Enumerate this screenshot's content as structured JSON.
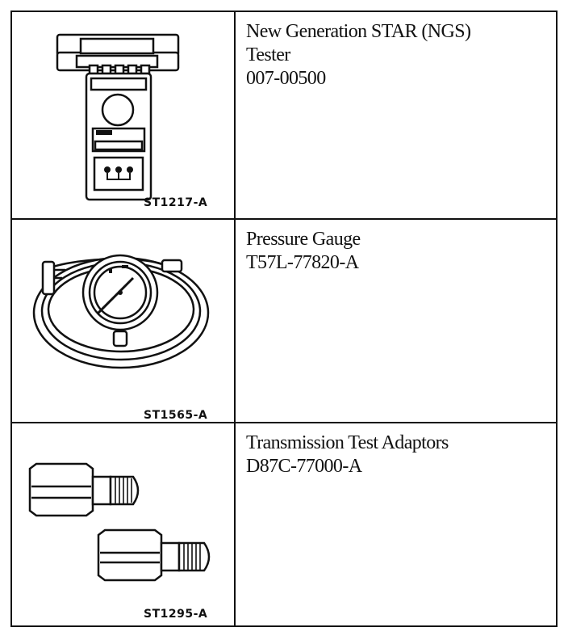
{
  "rows": [
    {
      "figure_code": "ST1217-A",
      "icon": "ngs-tester-illustration",
      "description": [
        "New Generation STAR (NGS)",
        "Tester",
        "007-00500"
      ]
    },
    {
      "figure_code": "ST1565-A",
      "icon": "pressure-gauge-illustration",
      "description": [
        "Pressure Gauge",
        "T57L-77820-A"
      ]
    },
    {
      "figure_code": "ST1295-A",
      "icon": "test-adaptors-illustration",
      "description": [
        "Transmission Test Adaptors",
        "D87C-77000-A"
      ]
    }
  ]
}
